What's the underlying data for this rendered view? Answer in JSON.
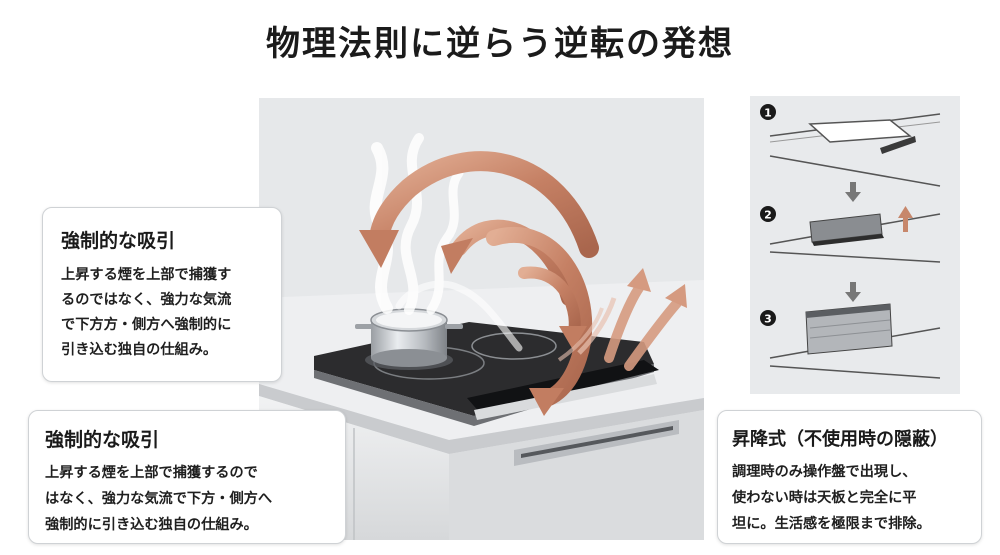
{
  "title": "物理法則に逆らう逆転の発想",
  "cards": [
    {
      "title": "強制的な吸引",
      "body": "上昇する煙を上部で捕獲す\nるのではなく、強力な気流\nで下方方・側方へ強制的に\n引き込む独自の仕組み。"
    },
    {
      "title": "強制的な吸引",
      "body": "上昇する煙を上部で捕獲するので\nはなく、強力な気流で下方・側方へ\n強制的に引き込む独自の仕組み。"
    },
    {
      "title": "昇降式（不使用時の隠蔽）",
      "body": "調理時のみ操作盤で出現し、\n使わない時は天板と完全に平\n坦に。生活感を極限まで排除。"
    }
  ],
  "steps": [
    {
      "number": "1"
    },
    {
      "number": "2"
    },
    {
      "number": "3"
    }
  ],
  "colors": {
    "arrow_copper": "#c9876a",
    "arrow_highlight": "#e8b8a0",
    "background_panel": "#e3e5e7",
    "cooktop": "#2c2c2e"
  }
}
